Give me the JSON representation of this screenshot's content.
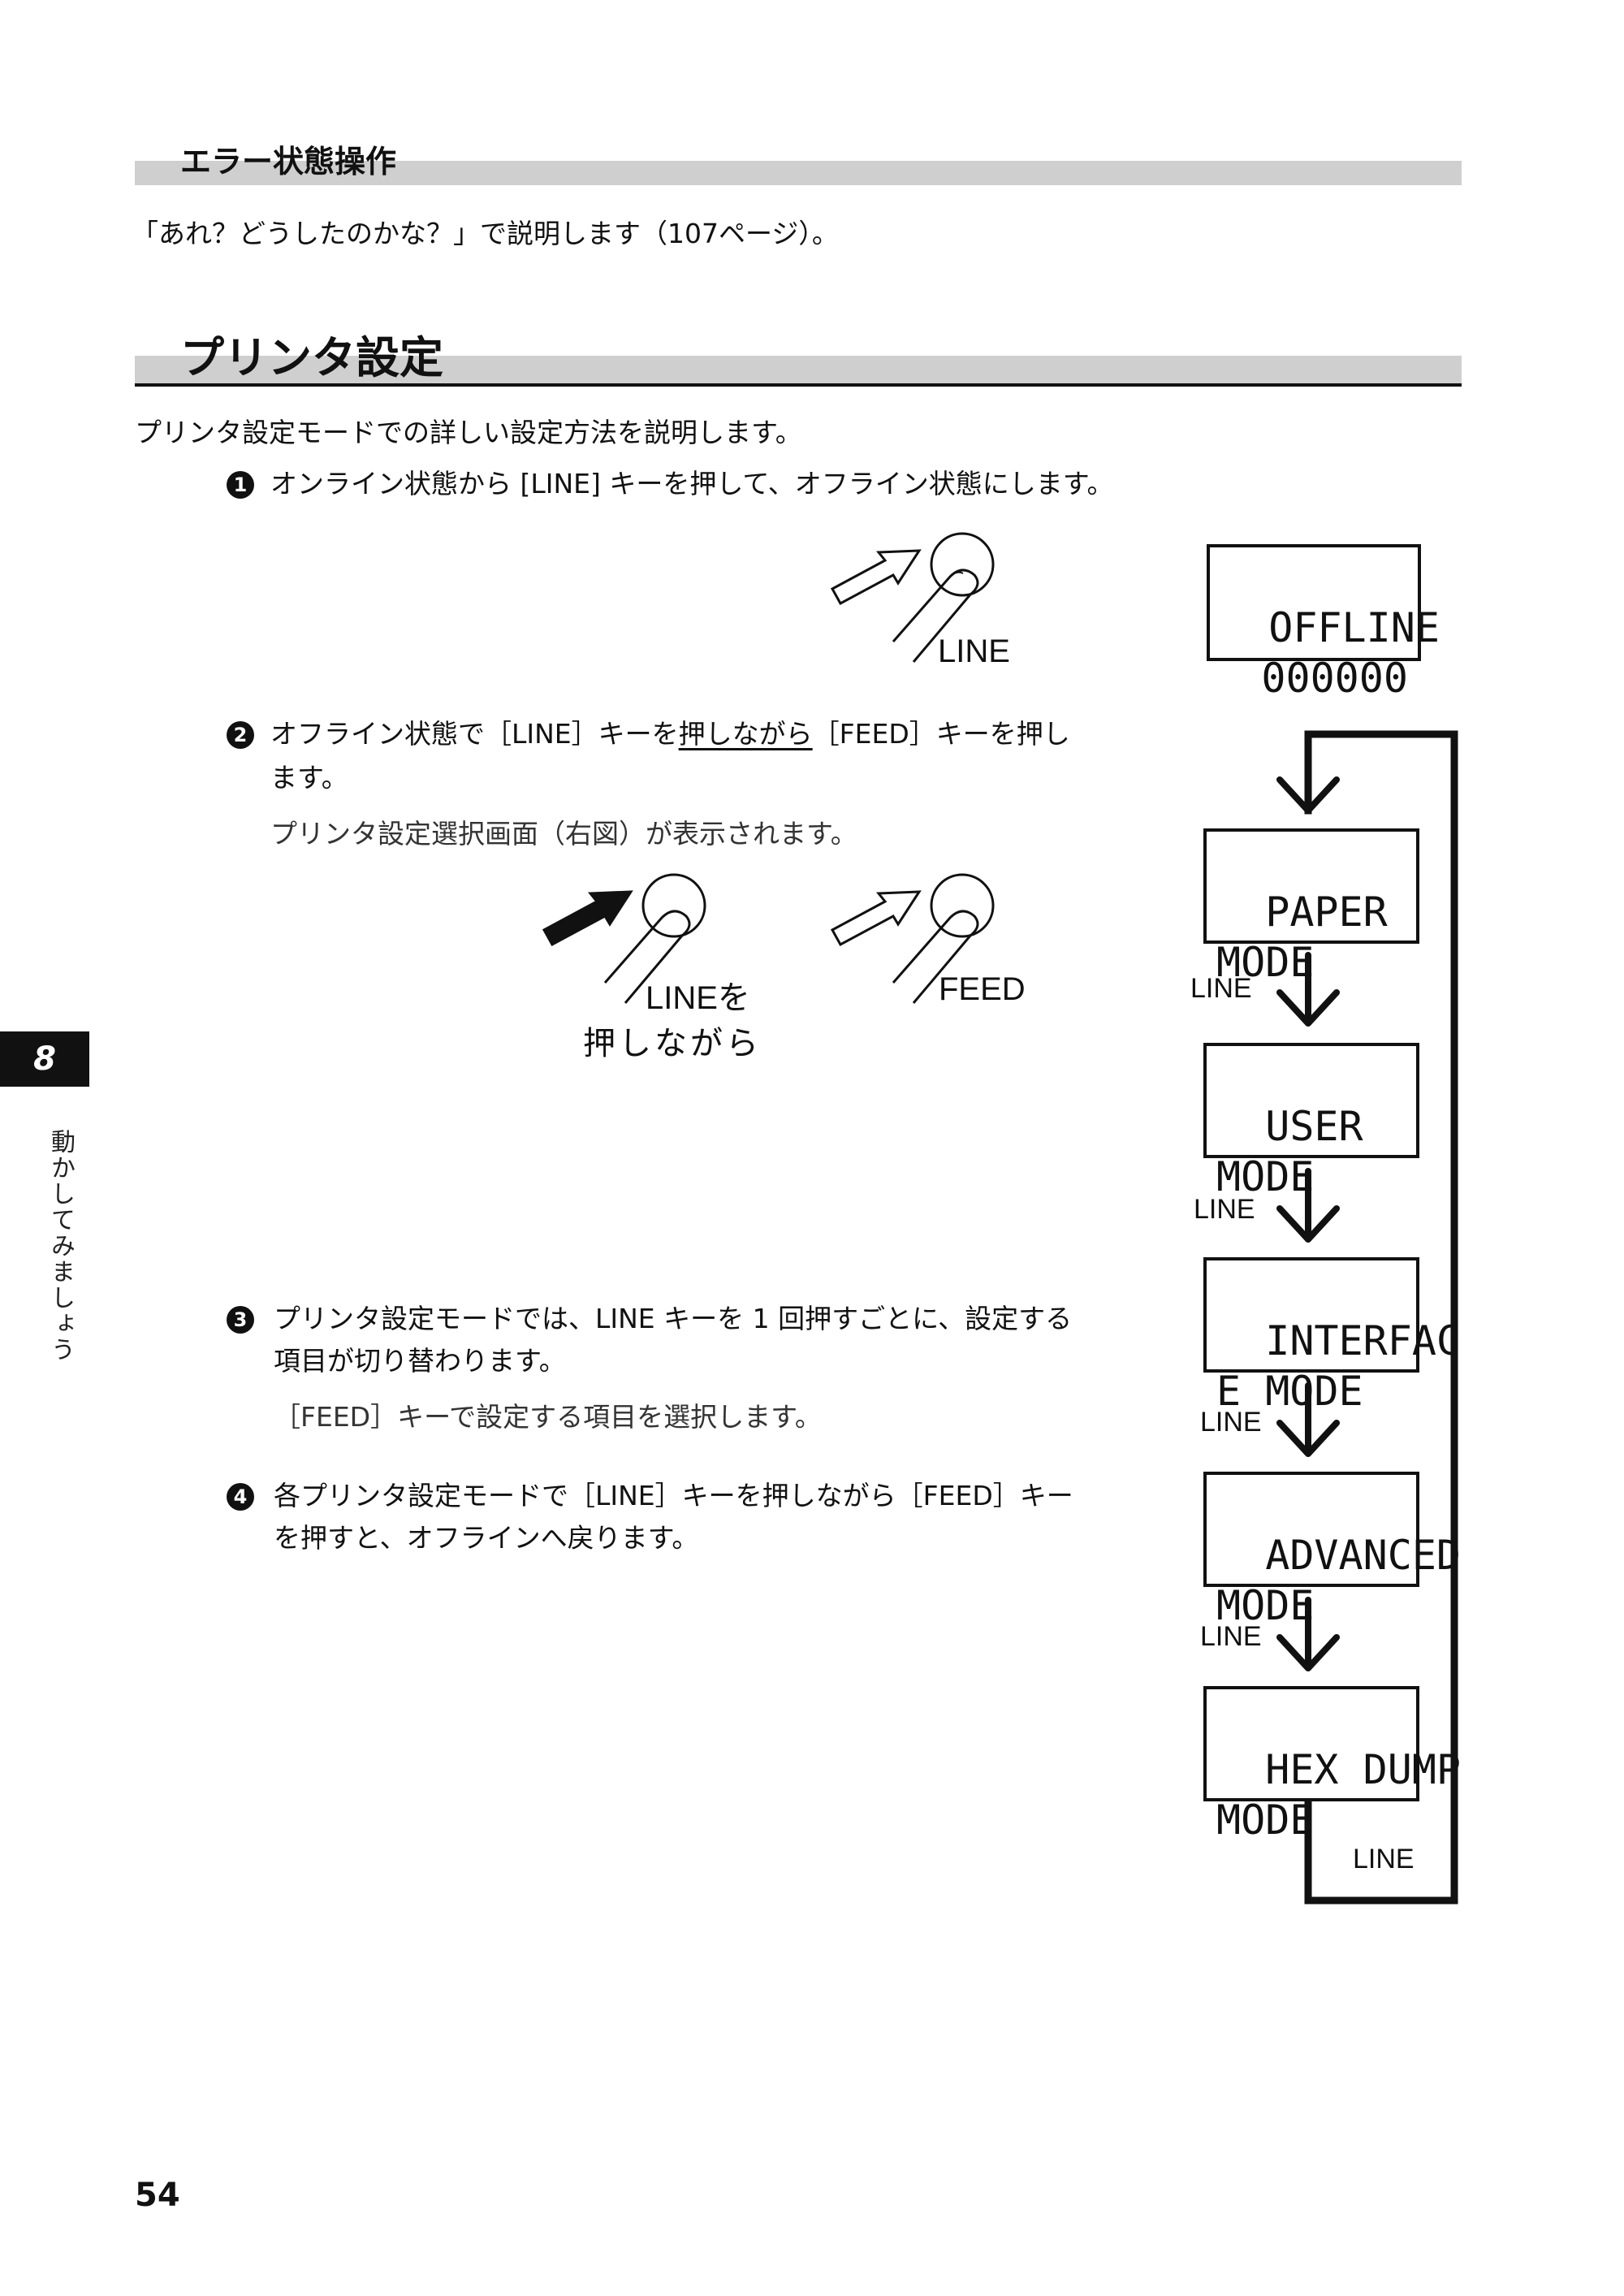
{
  "section1": {
    "title": "エラー状態操作",
    "text": "「あれ？どうしたのかな？」で説明します（107ページ）。"
  },
  "section2": {
    "title": "プリンタ設定",
    "intro": "プリンタ設定モードでの詳しい設定方法を説明します。"
  },
  "steps": [
    {
      "num": "1",
      "text": "オンライン状態から [LINE] キーを押して、オフライン状態にします。"
    },
    {
      "num": "2",
      "text_a": "オフライン状態で［LINE］キーを",
      "text_b": "押しながら",
      "text_c": "［FEED］キーを押し",
      "text_line2": "ます。",
      "sub": "プリンタ設定選択画面（右図）が表示されます。"
    },
    {
      "num": "3",
      "text_line1": "プリンタ設定モードでは、LINE キーを 1 回押すごとに、設定する",
      "text_line2": "項目が切り替わります。",
      "sub": "［FEED］キーで設定する項目を選択します。"
    },
    {
      "num": "4",
      "text_line1": "各プリンタ設定モードで［LINE］キーを押しながら［FEED］キー",
      "text_line2": "を押すと、オフラインへ戻ります。"
    }
  ],
  "key_labels": {
    "line": "LINE",
    "line_hold_1": "LINEを",
    "line_hold_2": "押しながら",
    "feed": "FEED"
  },
  "offline_lcd": {
    "line1": "OFFLINE",
    "line2": "000000"
  },
  "mode_screens": [
    {
      "line1": "PAPER",
      "line2": "MODE"
    },
    {
      "line1": "USER",
      "line2": "MODE"
    },
    {
      "line1": "INTERFAC",
      "line2": "E MODE"
    },
    {
      "line1": "ADVANCED",
      "line2": "MODE"
    },
    {
      "line1": "HEX DUMP",
      "line2": "MODE"
    }
  ],
  "flow_labels": [
    "LINE",
    "LINE",
    "LINE",
    "LINE",
    "LINE"
  ],
  "chapter": {
    "number": "8",
    "title": "動かしてみましょう"
  },
  "page_number": "54"
}
